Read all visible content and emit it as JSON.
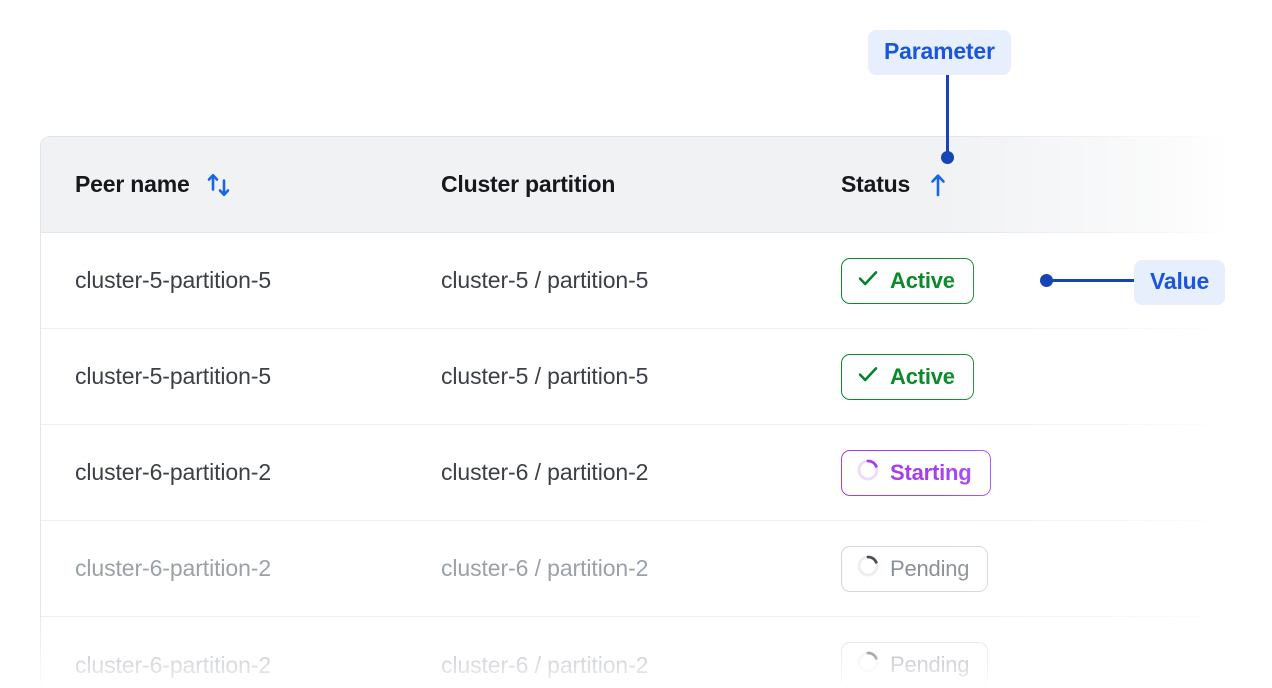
{
  "table": {
    "columns": [
      {
        "key": "peer",
        "label": "Peer name",
        "sort_icon": "sort-both-arrows-icon",
        "sortable": true
      },
      {
        "key": "partition",
        "label": "Cluster partition",
        "sort_icon": null,
        "sortable": false
      },
      {
        "key": "status",
        "label": "Status",
        "sort_icon": "sort-up-arrow-icon",
        "sortable": true
      }
    ],
    "rows": [
      {
        "peer": "cluster-5-partition-5",
        "partition": "cluster-5 / partition-5",
        "status_label": "Active",
        "status_kind": "active",
        "status_icon": "check-icon",
        "muted": false
      },
      {
        "peer": "cluster-5-partition-5",
        "partition": "cluster-5 / partition-5",
        "status_label": "Active",
        "status_kind": "active",
        "status_icon": "check-icon",
        "muted": false
      },
      {
        "peer": "cluster-6-partition-2",
        "partition": "cluster-6 / partition-2",
        "status_label": "Starting",
        "status_kind": "starting",
        "status_icon": "spinner-icon",
        "muted": false
      },
      {
        "peer": "cluster-6-partition-2",
        "partition": "cluster-6 / partition-2",
        "status_label": "Pending",
        "status_kind": "pending",
        "status_icon": "spinner-icon",
        "muted": true
      },
      {
        "peer": "cluster-6-partition-2",
        "partition": "cluster-6 / partition-2",
        "status_label": "Pending",
        "status_kind": "pending",
        "status_icon": "spinner-icon",
        "muted": true
      }
    ]
  },
  "annotations": {
    "parameter": {
      "label": "Parameter",
      "target": "status-column-header"
    },
    "value": {
      "label": "Value",
      "target": "status-badge-row-1"
    }
  },
  "colors": {
    "accent_blue": "#1a56db",
    "connector_blue": "#1544b5",
    "callout_bg": "#e8effc",
    "active_green": "#0a8a2a",
    "starting_purple": "#a63ef0",
    "pending_gray": "#8b9099",
    "header_bg": "#f1f2f4",
    "border": "#e3e5e8",
    "text": "#3b3f46",
    "muted_text": "#9ba1a9"
  }
}
